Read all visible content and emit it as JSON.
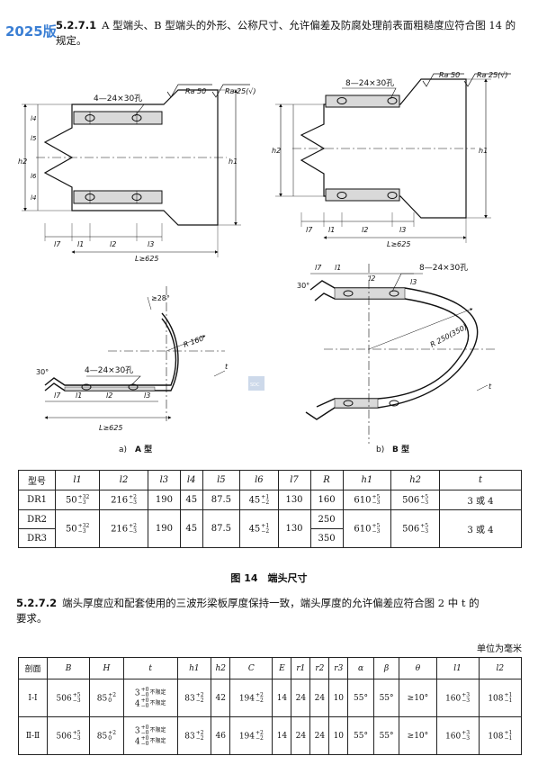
{
  "badge": "2025版",
  "clause_1": {
    "number": "5.2.7.1",
    "text_line1": "A 型端头、B 型端头的外形、公称尺寸、允许偏差及防腐处理前表面粗糙度应符合图 14 的",
    "text_line2": "规定。"
  },
  "figure": {
    "a_holes": "4—24×30孔",
    "b_holes": "8—24×30孔",
    "roughness_1": "Ra 50",
    "roughness_2": "Ra 25(√)",
    "L": "L≥625",
    "angle_a": "≥28°",
    "angle_30": "30°",
    "radius_a": "R 160",
    "radius_b": "R 250(350)",
    "t": "t",
    "h1": "h1",
    "h2": "h2",
    "l1": "l1",
    "l2": "l2",
    "l3": "l3",
    "l4": "l4",
    "l5": "l5",
    "l6": "l6",
    "l7": "l7",
    "sub_a_label": "a)",
    "sub_a_title": "A 型",
    "sub_b_label": "b)",
    "sub_b_title": "B 型",
    "watermark": "SDC"
  },
  "table1": {
    "headers": {
      "model": "型号",
      "l1": "l1",
      "l2": "l2",
      "l3": "l3",
      "l4": "l4",
      "l5": "l5",
      "l6": "l6",
      "l7": "l7",
      "R": "R",
      "h1": "h1",
      "h2": "h2",
      "t": "t"
    },
    "rows": {
      "dr1": {
        "model": "DR1",
        "l1": "50",
        "l1_up": "+32",
        "l1_lo": "−3",
        "l2": "216",
        "l2_up": "+2",
        "l2_lo": "−3",
        "l3": "190",
        "l4": "45",
        "l5": "87.5",
        "l6": "45",
        "l6_up": "+1",
        "l6_lo": "−2",
        "l7": "130",
        "R": "160",
        "h1": "610",
        "h1_up": "+5",
        "h1_lo": "−3",
        "h2": "506",
        "h2_up": "+5",
        "h2_lo": "−3",
        "t": "3 或 4"
      },
      "dr23": {
        "model2": "DR2",
        "model3": "DR3",
        "l1": "50",
        "l1_up": "+32",
        "l1_lo": "−3",
        "l2": "216",
        "l2_up": "+2",
        "l2_lo": "−3",
        "l3": "190",
        "l4": "45",
        "l5": "87.5",
        "l6": "45",
        "l6_up": "+1",
        "l6_lo": "−2",
        "l7": "130",
        "R2": "250",
        "R3": "350",
        "h1": "610",
        "h1_up": "+5",
        "h1_lo": "−3",
        "h2": "506",
        "h2_up": "+5",
        "h2_lo": "−3",
        "t": "3 或 4"
      }
    }
  },
  "figure_caption": "图 14　端头尺寸",
  "clause_2": {
    "number": "5.2.7.2",
    "text_line1": "端头厚度应和配套使用的三波形梁板厚度保持一致，端头厚度的允许偏差应符合图 2 中 t 的",
    "text_line2": "要求。"
  },
  "unit_label": "单位为毫米",
  "table2": {
    "headers": {
      "section": "剖面",
      "B": "B",
      "H": "H",
      "t": "t",
      "h1": "h1",
      "h2": "h2",
      "C": "C",
      "E": "E",
      "r1": "r1",
      "r2": "r2",
      "r3": "r3",
      "alpha": "α",
      "beta": "β",
      "theta": "θ",
      "l1": "l1",
      "l2": "l2"
    },
    "rows": {
      "r1": {
        "section": "Ⅰ-Ⅰ",
        "B": "506",
        "B_up": "+5",
        "B_lo": "−3",
        "H": "85",
        "H_up": "+2",
        "H_lo": "0",
        "t1": "3",
        "t1_up": "+0",
        "t1_lo": "−0",
        "t1_note": "不限定",
        "t2": "4",
        "t2_up": "+0",
        "t2_lo": "−0",
        "t2_note": "不限定",
        "h1": "83",
        "h1_up": "+2",
        "h1_lo": "−2",
        "h2": "42",
        "C": "194",
        "C_up": "+2",
        "C_lo": "−2",
        "E": "14",
        "r1": "24",
        "r2": "24",
        "r3": "10",
        "alpha": "55°",
        "beta": "55°",
        "theta": "≥10°",
        "l1": "160",
        "l1_up": "+3",
        "l1_lo": "−3",
        "l2": "108",
        "l2_up": "+1",
        "l2_lo": "−1"
      },
      "r2": {
        "section": "Ⅱ-Ⅱ",
        "B": "506",
        "B_up": "+5",
        "B_lo": "−3",
        "H": "85",
        "H_up": "+2",
        "H_lo": "0",
        "t1": "3",
        "t1_up": "+0",
        "t1_lo": "−0",
        "t1_note": "不限定",
        "t2": "4",
        "t2_up": "+0",
        "t2_lo": "−0",
        "t2_note": "不限定",
        "h1": "83",
        "h1_up": "+2",
        "h1_lo": "−2",
        "h2": "46",
        "C": "194",
        "C_up": "+2",
        "C_lo": "−2",
        "E": "14",
        "r1": "24",
        "r2": "24",
        "r3": "10",
        "alpha": "55°",
        "beta": "55°",
        "theta": "≥10°",
        "l1": "160",
        "l1_up": "+3",
        "l1_lo": "−3",
        "l2": "108",
        "l2_up": "+1",
        "l2_lo": "−1"
      }
    }
  }
}
